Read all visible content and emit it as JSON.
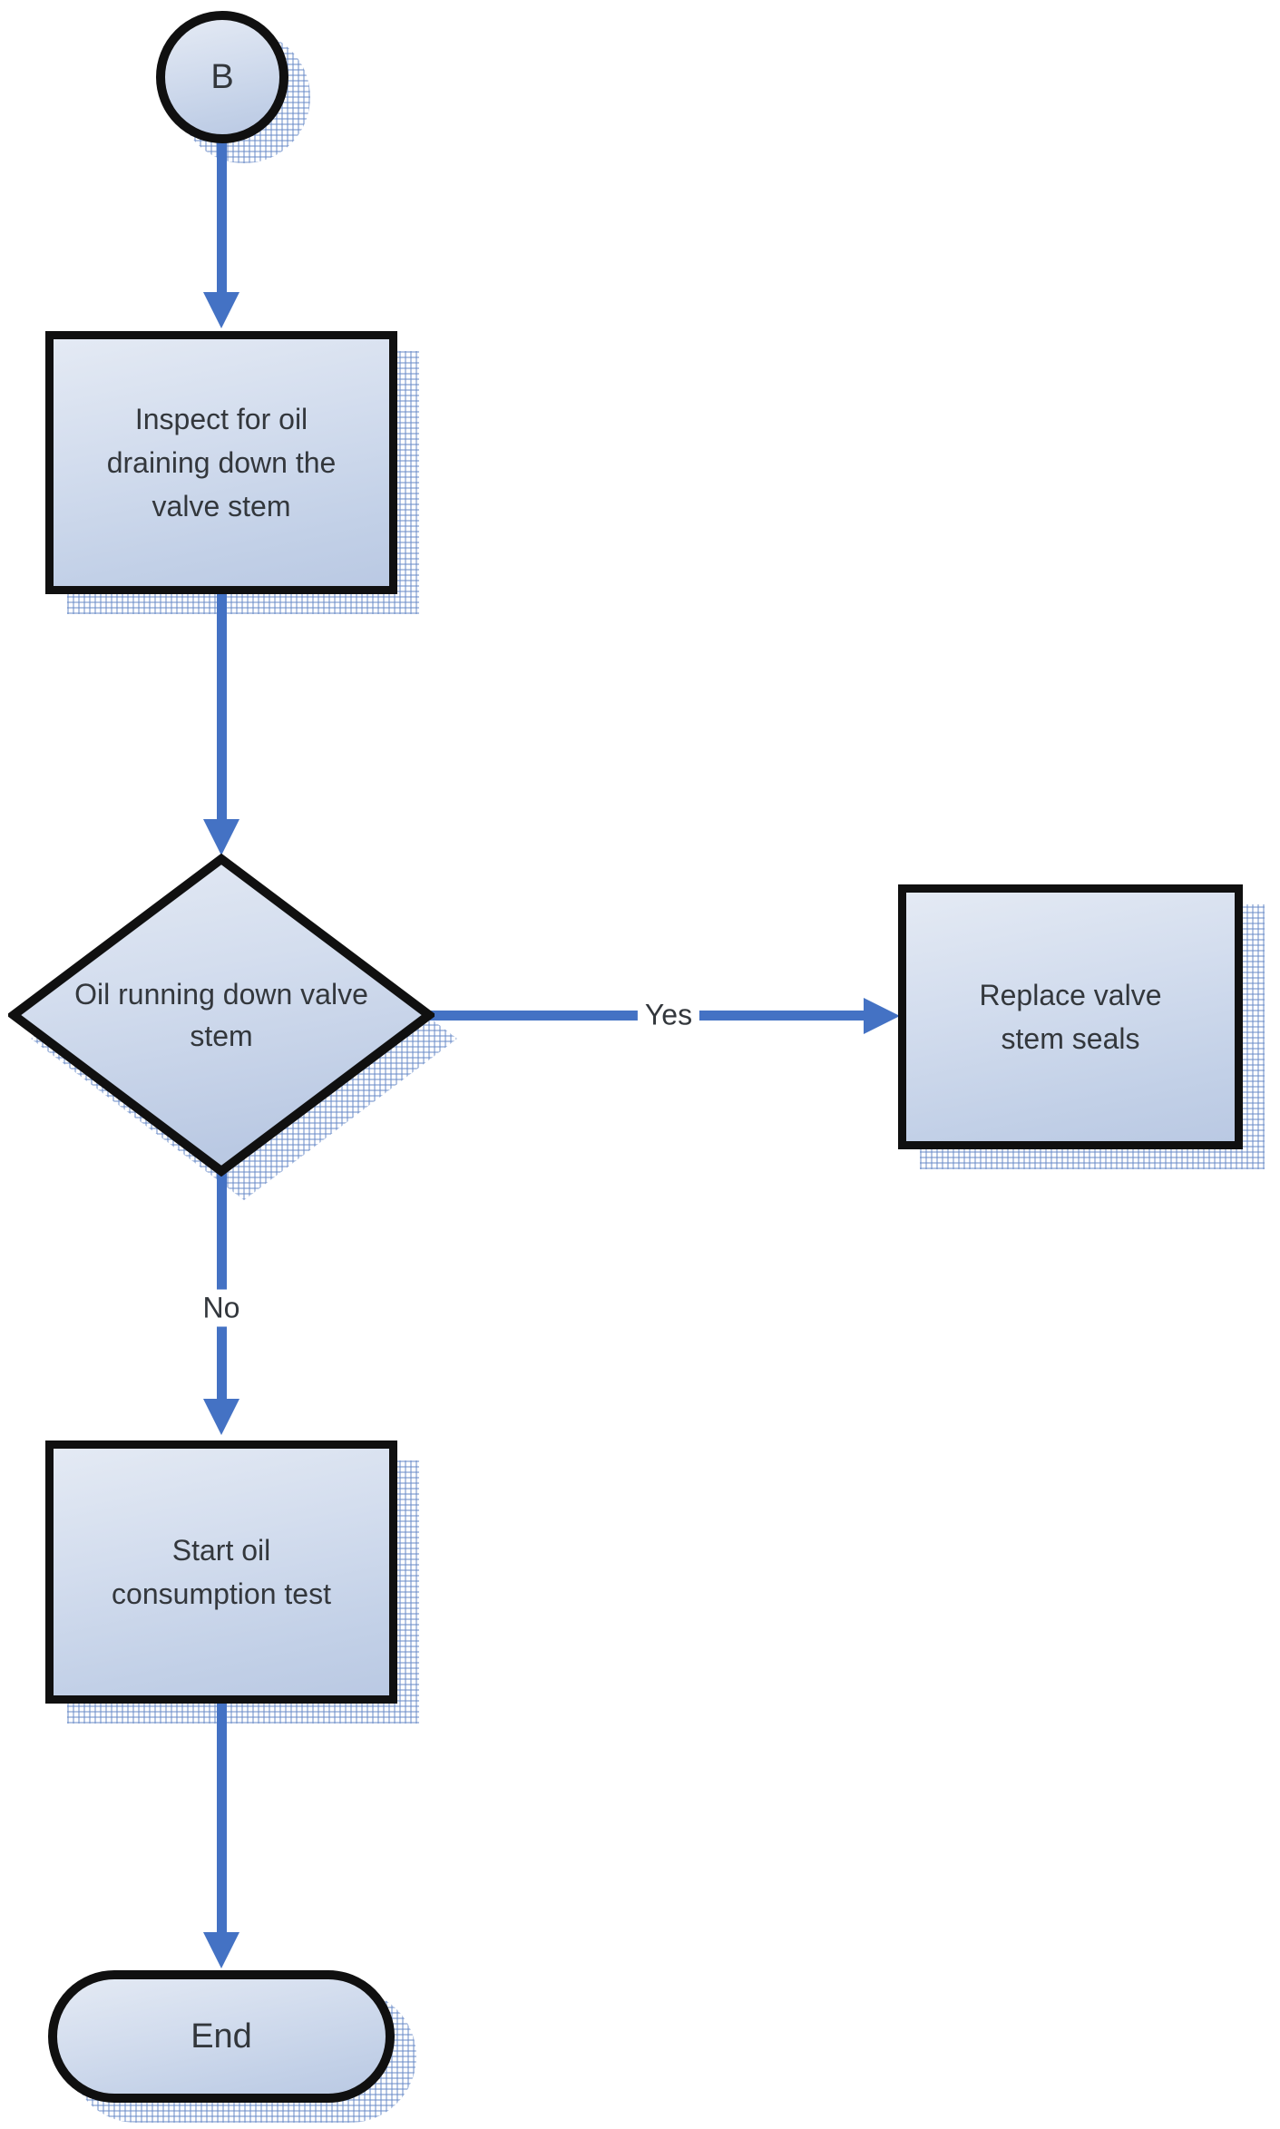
{
  "diagram": {
    "type": "flowchart",
    "background": "#ffffff",
    "colors": {
      "arrow": "#4472c4",
      "shape_border": "#101010",
      "shape_fill_top": "#e4eaf4",
      "shape_fill_bottom": "#bac9e3",
      "shadow_hatch": "#688ac7",
      "text": "#33373c"
    },
    "nodes": {
      "connector_b": {
        "type": "connector",
        "label": "B"
      },
      "inspect": {
        "type": "process",
        "label": "Inspect for oil draining down the valve stem"
      },
      "decision_oil": {
        "type": "decision",
        "label": "Oil running down valve stem"
      },
      "replace_seals": {
        "type": "process",
        "label": "Replace valve stem seals"
      },
      "oil_test": {
        "type": "process",
        "label": "Start oil consumption test"
      },
      "end": {
        "type": "terminator",
        "label": "End"
      }
    },
    "edges": {
      "b_to_inspect": {
        "from": "connector_b",
        "to": "inspect",
        "label": ""
      },
      "inspect_to_decision": {
        "from": "inspect",
        "to": "decision_oil",
        "label": ""
      },
      "decision_to_replace": {
        "from": "decision_oil",
        "to": "replace_seals",
        "label": "Yes"
      },
      "decision_to_test": {
        "from": "decision_oil",
        "to": "oil_test",
        "label": "No"
      },
      "test_to_end": {
        "from": "oil_test",
        "to": "end",
        "label": ""
      }
    }
  }
}
